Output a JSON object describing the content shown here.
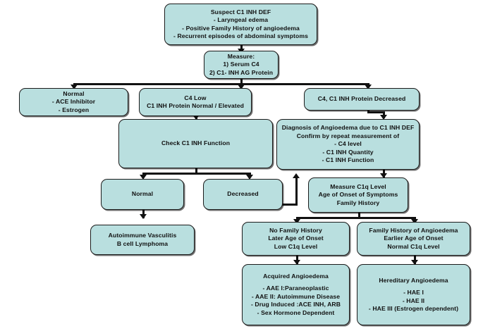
{
  "diagram": {
    "title": "C1 INH Deficiency / Angioedema Diagnostic Algorithm",
    "colors": {
      "node_fill": "#b9dfdf",
      "node_border": "#1b1b1b",
      "connector": "#111111",
      "text": "#101010",
      "background": "#ffffff"
    },
    "nodes": {
      "suspect": {
        "name": "suspect-c1-inh-def",
        "lines": [
          "Suspect C1 INH DEF",
          "- Laryngeal edema",
          "-  Positive Family History of angioedema",
          "-  Recurrent episodes of abdominal symptoms"
        ]
      },
      "measure": {
        "name": "measure-serum",
        "lines": [
          "Measure:",
          "1) Serum C4",
          "2) C1- INH AG Protein"
        ]
      },
      "normal_meds": {
        "name": "normal-ace-estrogen",
        "lines": [
          "Normal",
          "- ACE Inhibitor",
          "-  Estrogen"
        ]
      },
      "c4_low": {
        "name": "c4-low-protein-normal",
        "lines": [
          "C4 Low",
          "C1 INH Protein Normal / Elevated"
        ]
      },
      "c4_c1_decreased": {
        "name": "c4-c1-inh-protein-decreased",
        "lines": [
          "C4, C1 INH Protein Decreased"
        ]
      },
      "check_function": {
        "name": "check-c1-inh-function",
        "lines": [
          "Check C1 INH Function"
        ]
      },
      "diagnosis": {
        "name": "diagnosis-of-angioedema",
        "lines": [
          "Diagnosis of Angioedema due to C1 INH DEF",
          "Confirm by repeat measurement of",
          "- C4 level",
          "- C1 INH Quantity",
          "- C1 INH Function"
        ]
      },
      "normal_fn": {
        "name": "function-normal",
        "lines": [
          "Normal"
        ]
      },
      "decreased_fn": {
        "name": "function-decreased",
        "lines": [
          "Decreased"
        ]
      },
      "measure_c1q": {
        "name": "measure-c1q-level",
        "lines": [
          "Measure C1q Level",
          "Age of Onset of Symptoms",
          "Family History"
        ]
      },
      "autoimmune": {
        "name": "autoimmune-vasculitis",
        "lines": [
          "Autoimmune Vasculitis",
          "B cell Lymphoma"
        ]
      },
      "no_family_history": {
        "name": "no-family-history",
        "lines": [
          "No Family History",
          "Later Age of Onset",
          "Low C1q Level"
        ]
      },
      "family_history": {
        "name": "family-history-of-angioedema",
        "lines": [
          "Family History of Angioedema",
          "Earlier Age of Onset",
          "Normal C1q Level"
        ]
      },
      "acquired": {
        "name": "acquired-angioedema",
        "title": "Acquired Angioedema",
        "lines": [
          "- AAE I:Paraneoplastic",
          "- AAE II: Autoimmune Disease",
          "- Drug Induced :ACE INH, ARB",
          "- Sex Hormone Dependent"
        ]
      },
      "hereditary": {
        "name": "hereditary-angioedema",
        "title": "Hereditary Angioedema",
        "lines": [
          "- HAE I",
          "- HAE II",
          "- HAE III (Estrogen dependent)"
        ]
      }
    }
  }
}
